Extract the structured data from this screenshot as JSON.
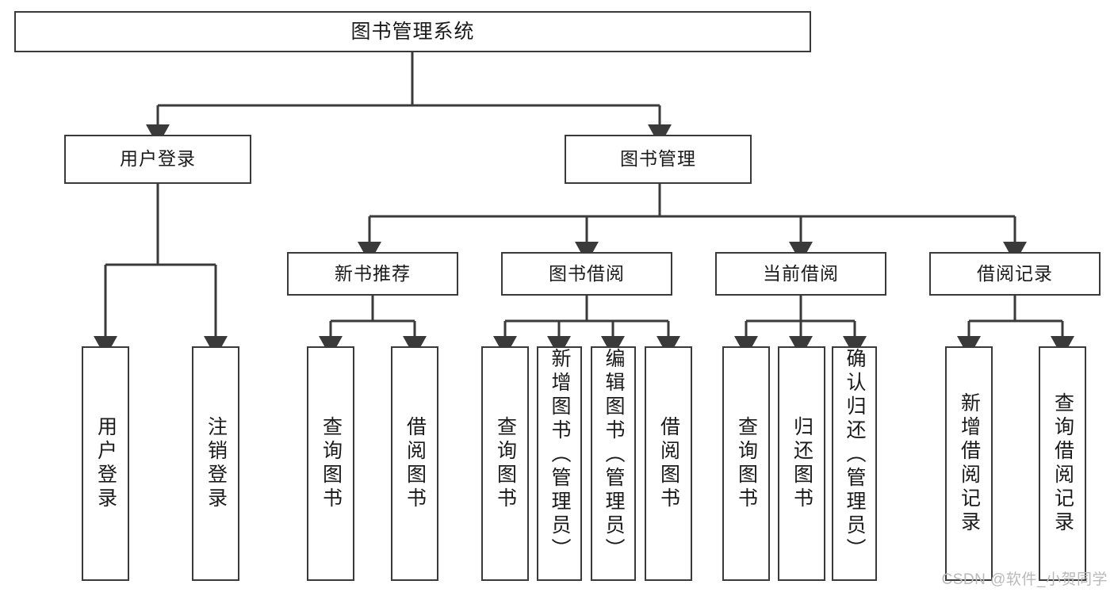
{
  "diagram": {
    "title": "图书管理系统",
    "type": "tree-hierarchy-chart",
    "watermark": "CSDN @软件_小贺同学",
    "colors": {
      "stroke": "#3a3a3a",
      "fill": "#ffffff",
      "text": "#1a1a1a",
      "watermark": "#b9b9b9"
    },
    "root": {
      "label": "图书管理系统"
    },
    "level2": [
      {
        "label": "用户登录"
      },
      {
        "label": "图书管理"
      }
    ],
    "level3": [
      {
        "label": "新书推荐"
      },
      {
        "label": "图书借阅"
      },
      {
        "label": "当前借阅"
      },
      {
        "label": "借阅记录"
      }
    ],
    "leaves": {
      "user_login": [
        {
          "label": "用户登录"
        },
        {
          "label": "注销登录"
        }
      ],
      "new_book_recommend": [
        {
          "label": "查询图书"
        },
        {
          "label": "借阅图书"
        }
      ],
      "book_borrow": [
        {
          "label": "查询图书"
        },
        {
          "label": "新增图书（管理员）"
        },
        {
          "label": "编辑图书（管理员）"
        },
        {
          "label": "借阅图书"
        }
      ],
      "current_borrow": [
        {
          "label": "查询图书"
        },
        {
          "label": "归还图书"
        },
        {
          "label": "确认归还（管理员）"
        }
      ],
      "borrow_records": [
        {
          "label": "新增借阅记录"
        },
        {
          "label": "查询借阅记录"
        }
      ]
    }
  }
}
